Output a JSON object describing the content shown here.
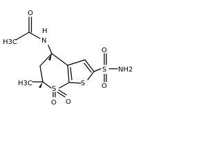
{
  "structure": {
    "atoms": {
      "methyl_acetyl": "H3C",
      "carbonyl_oxygen": "O",
      "amide_nitrogen": "N",
      "amide_hydrogen": "H",
      "thiophene_sulfur": "S",
      "sulfonyl_sulfur": "S",
      "sulfonyl_oxygen_top": "O",
      "sulfonyl_oxygen_bottom": "O",
      "sulfonamide_group": "NH2",
      "methyl_ring": "H3C",
      "sulfone_sulfur": "S",
      "sulfone_oxygen_left": "O",
      "sulfone_oxygen_right": "O"
    },
    "colors": {
      "bond": "#000000",
      "label": "#000000",
      "background": "#ffffff"
    }
  }
}
